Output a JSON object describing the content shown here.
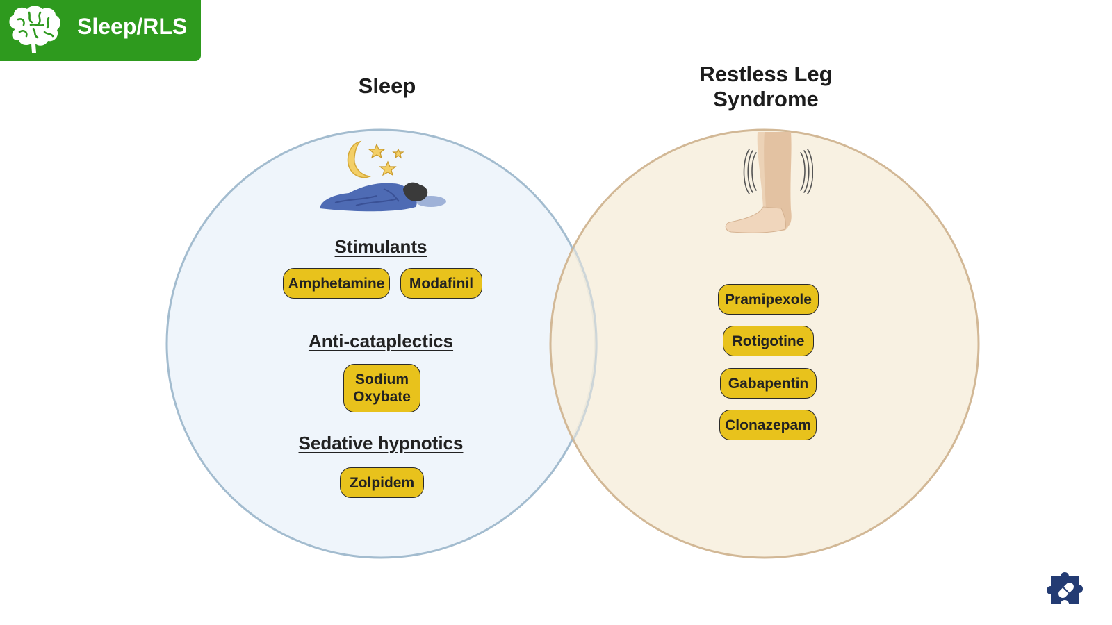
{
  "header": {
    "title": "Sleep/RLS",
    "icon": "brain-icon",
    "color": "#2e9a1e"
  },
  "sleep": {
    "title": "Sleep",
    "circle_fill": "#eff5fb",
    "circle_stroke": "#a3bccf",
    "illustration": "sleeping-person-icon",
    "groups": [
      {
        "label": "Stimulants",
        "drugs": [
          "Amphetamine",
          "Modafinil"
        ]
      },
      {
        "label": "Anti-cataplectics",
        "drugs": [
          "Sodium\nOxybate"
        ]
      },
      {
        "label": "Sedative hypnotics",
        "drugs": [
          "Zolpidem"
        ]
      }
    ]
  },
  "rls": {
    "title": "Restless Leg\nSyndrome",
    "circle_fill": "#f7efde",
    "circle_stroke": "#d2b896",
    "illustration": "restless-legs-icon",
    "drugs": [
      "Pramipexole",
      "Rotigotine",
      "Gabapentin",
      "Clonazepam"
    ]
  },
  "pill_color": "#e8c21c",
  "footer_icon": "puzzle-pill-icon"
}
